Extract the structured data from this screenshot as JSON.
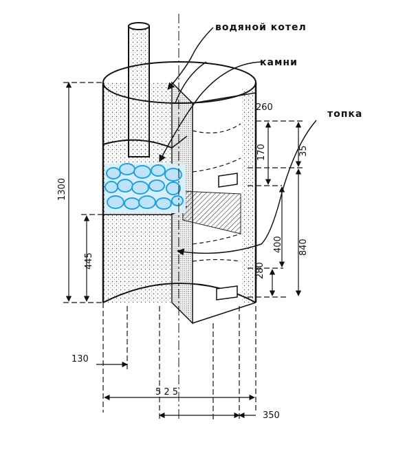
{
  "labels": {
    "water_boiler": "водяной котел",
    "stones": "камни",
    "firebox": "топка"
  },
  "dimensions": {
    "d1300": "1300",
    "d445": "445",
    "d260": "260",
    "d170": "170",
    "d35": "35",
    "d840": "840",
    "d400": "400",
    "d280": "280",
    "d130": "130",
    "d525": "5 2 5",
    "d350": "350"
  },
  "colors": {
    "ink": "#111111",
    "stone_fill": "#bfe3f8",
    "stone_outline": "#1ea3e0",
    "hatch": "#333333"
  },
  "icons": {
    "stones": "stone-cluster-icon"
  }
}
